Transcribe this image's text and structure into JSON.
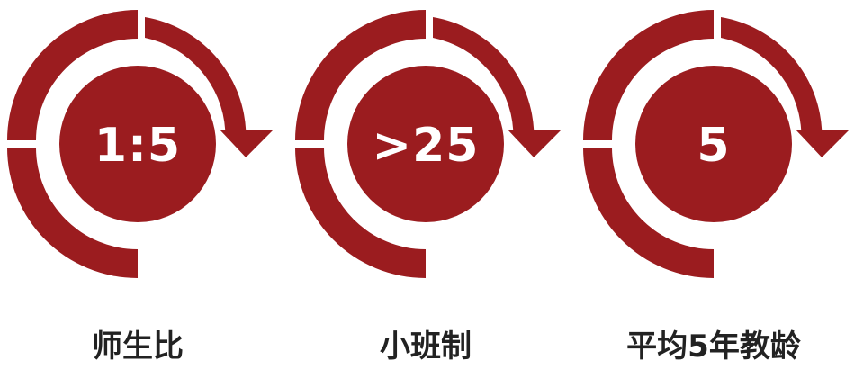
{
  "theme": {
    "accent": "#9b1c1f",
    "text": "#222222",
    "background": "#ffffff"
  },
  "stats": [
    {
      "value": "1:5",
      "label": "师生比"
    },
    {
      "value": ">25",
      "label": "小班制"
    },
    {
      "value": "5",
      "label": "平均5年教龄"
    }
  ]
}
